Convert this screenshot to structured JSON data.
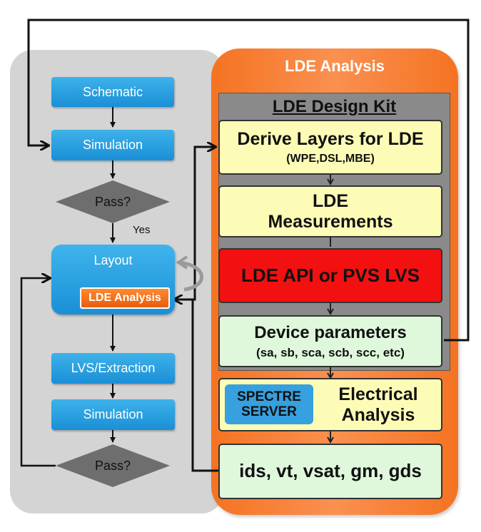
{
  "left_flow": {
    "schematic": "Schematic",
    "simulation_1": "Simulation",
    "decision_1": "Pass?",
    "yes": "Yes",
    "layout": "Layout",
    "layout_lde": "LDE Analysis",
    "lvs_extraction": "LVS/Extraction",
    "simulation_2": "Simulation",
    "decision_2": "Pass?"
  },
  "lde_panel": {
    "title": "LDE Analysis",
    "kit_title": "LDE Design Kit",
    "derive_title": "Derive Layers for LDE",
    "derive_sub": "(WPE,DSL,MBE)",
    "measure_line1": "LDE",
    "measure_line2": "Measurements",
    "api": "LDE API or PVS LVS",
    "device_title": "Device parameters",
    "device_sub": "(sa, sb, sca, scb, scc, etc)",
    "spectre_line1": "SPECTRE",
    "spectre_line2": "SERVER",
    "electrical_line1": "Electrical",
    "electrical_line2": "Analysis",
    "output": "ids, vt, vsat, gm, gds"
  },
  "colors": {
    "blue_box": "#1a8fd6",
    "orange_panel": "#f57322",
    "yellow_box": "#fdfcb6",
    "red_box": "#f21010",
    "green_box": "#dff8dc",
    "gray_panel": "#d4d4d4"
  }
}
